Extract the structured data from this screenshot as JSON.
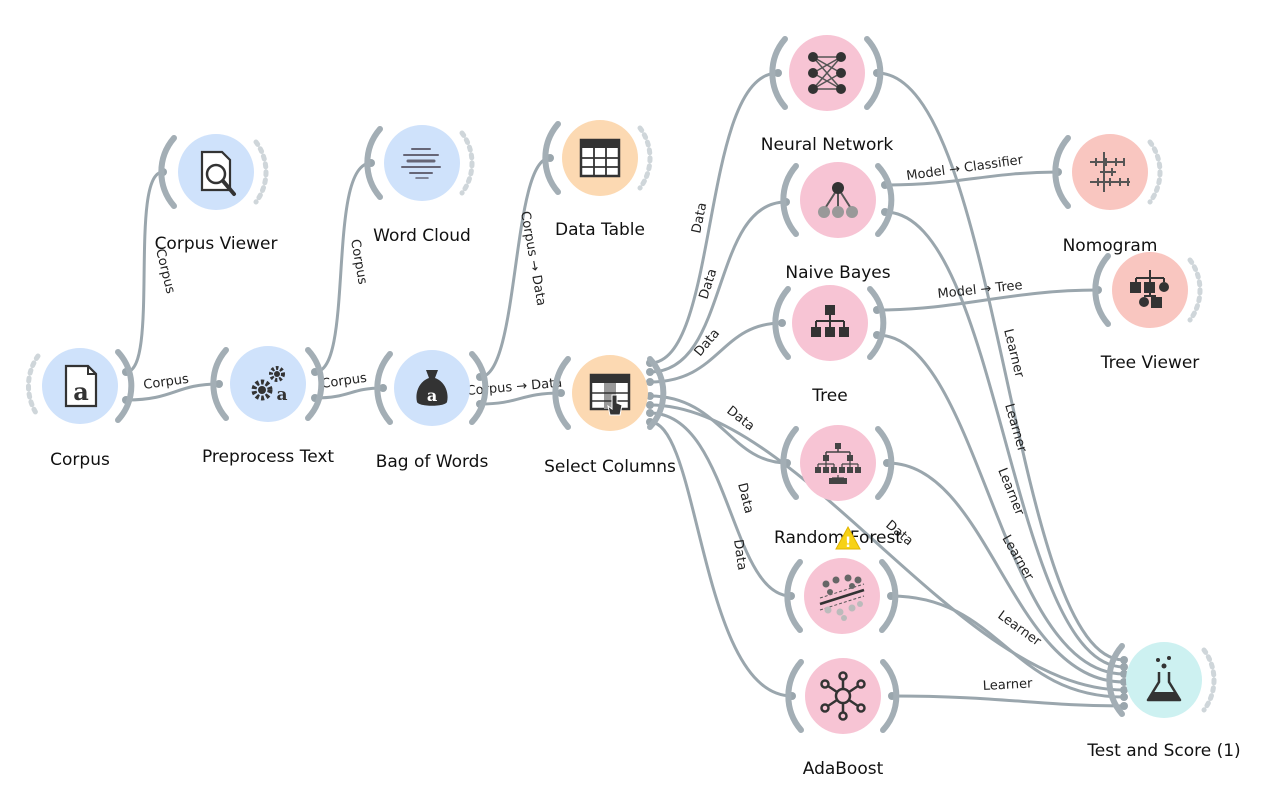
{
  "widgets": {
    "corpus": {
      "label": "Corpus",
      "icon": "corpus-icon",
      "color": "#cfe2fb"
    },
    "corpus_viewer": {
      "label": "Corpus Viewer",
      "icon": "magnifier-document-icon",
      "color": "#cfe2fb"
    },
    "preprocess_text": {
      "label": "Preprocess Text",
      "icon": "gears-icon",
      "color": "#cfe2fb"
    },
    "word_cloud": {
      "label": "Word Cloud",
      "icon": "word-cloud-icon",
      "color": "#cfe2fb"
    },
    "bag_of_words": {
      "label": "Bag of Words",
      "icon": "money-bag-icon",
      "color": "#cfe2fb"
    },
    "data_table": {
      "label": "Data Table",
      "icon": "table-icon",
      "color": "#fcd9b2"
    },
    "select_columns": {
      "label": "Select Columns",
      "icon": "select-columns-icon",
      "color": "#fcd9b2"
    },
    "neural_network": {
      "label": "Neural Network",
      "icon": "neural-network-icon",
      "color": "#f7c4d4"
    },
    "naive_bayes": {
      "label": "Naive Bayes",
      "icon": "naive-bayes-icon",
      "color": "#f7c4d4"
    },
    "tree": {
      "label": "Tree",
      "icon": "tree-icon",
      "color": "#f7c4d4"
    },
    "random_forest": {
      "label": "Random Forest",
      "icon": "random-forest-icon",
      "color": "#f7c4d4"
    },
    "svm": {
      "label": "",
      "icon": "svm-icon",
      "color": "#f7c4d4"
    },
    "adaboost": {
      "label": "AdaBoost",
      "icon": "adaboost-icon",
      "color": "#f7c4d4"
    },
    "nomogram": {
      "label": "Nomogram",
      "icon": "nomogram-icon",
      "color": "#f9c6c0"
    },
    "tree_viewer": {
      "label": "Tree Viewer",
      "icon": "tree-viewer-icon",
      "color": "#f9c6c0"
    },
    "test_and_score": {
      "label": "Test and Score (1)",
      "icon": "flask-icon",
      "color": "#cdf1f1"
    }
  },
  "links": {
    "corpus_corpusviewer": "Corpus",
    "corpus_preprocess": "Corpus",
    "preprocess_wordcloud": "Corpus",
    "preprocess_bow": "Corpus",
    "bow_datatable": "Corpus → Data",
    "bow_selectcolumns": "Corpus → Data",
    "sel_nn": "Data",
    "sel_nb": "Data",
    "sel_tree": "Data",
    "sel_rf": "Data",
    "sel_svm": "Data",
    "sel_ada": "Data",
    "sel_test": "Data",
    "nb_nomogram": "Model → Classifier",
    "tree_treeviewer": "Model → Tree",
    "nn_test": "Learner",
    "nb_test": "Learner",
    "tree_test": "Learner",
    "rf_test": "Learner",
    "svm_test": "Learner",
    "ada_test": "Learner"
  },
  "warning_icon": "warning-icon"
}
